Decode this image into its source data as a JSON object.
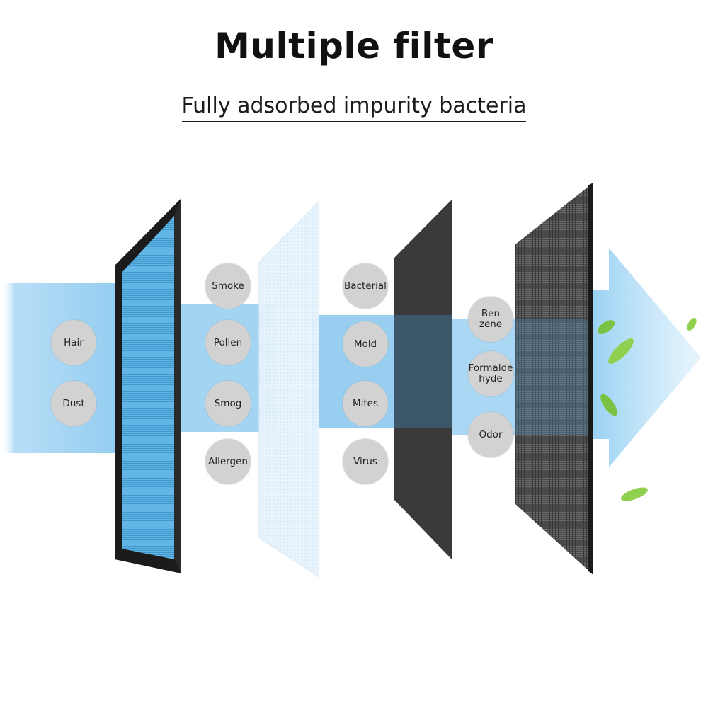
{
  "header": {
    "title": "Multiple filter",
    "subtitle": "Fully adsorbed impurity bacteria"
  },
  "colors": {
    "airflow_blue": "#7fc4ee",
    "hepa_blue": "#5fb3e3",
    "frame_black": "#1b1b1b",
    "cotton_white": "#e8f3fb",
    "carbon_dark": "#3a3a3a",
    "mesh_gray": "#4a4a4a",
    "bubble_gray": "#d2d2d2",
    "leaf_green": "#7cc242"
  },
  "layers": [
    {
      "id": "hepa",
      "icon": "hepa-filter-panel-icon"
    },
    {
      "id": "cotton",
      "icon": "cotton-filter-sheet-icon"
    },
    {
      "id": "carbon",
      "icon": "carbon-filter-sheet-icon"
    },
    {
      "id": "mesh",
      "icon": "carbon-mesh-filter-panel-icon"
    }
  ],
  "pollutants": {
    "group1": [
      "Hair",
      "Dust"
    ],
    "group2": [
      "Smoke",
      "Pollen",
      "Smog",
      "Allergen"
    ],
    "group3": [
      "Bacterial",
      "Mold",
      "Mites",
      "Virus"
    ],
    "group4": [
      "Ben\nzene",
      "Formalde\nhyde",
      "Odor"
    ]
  },
  "decor": {
    "arrow_icon": "airflow-arrow-icon",
    "leaf_icon": "leaf-icon"
  }
}
